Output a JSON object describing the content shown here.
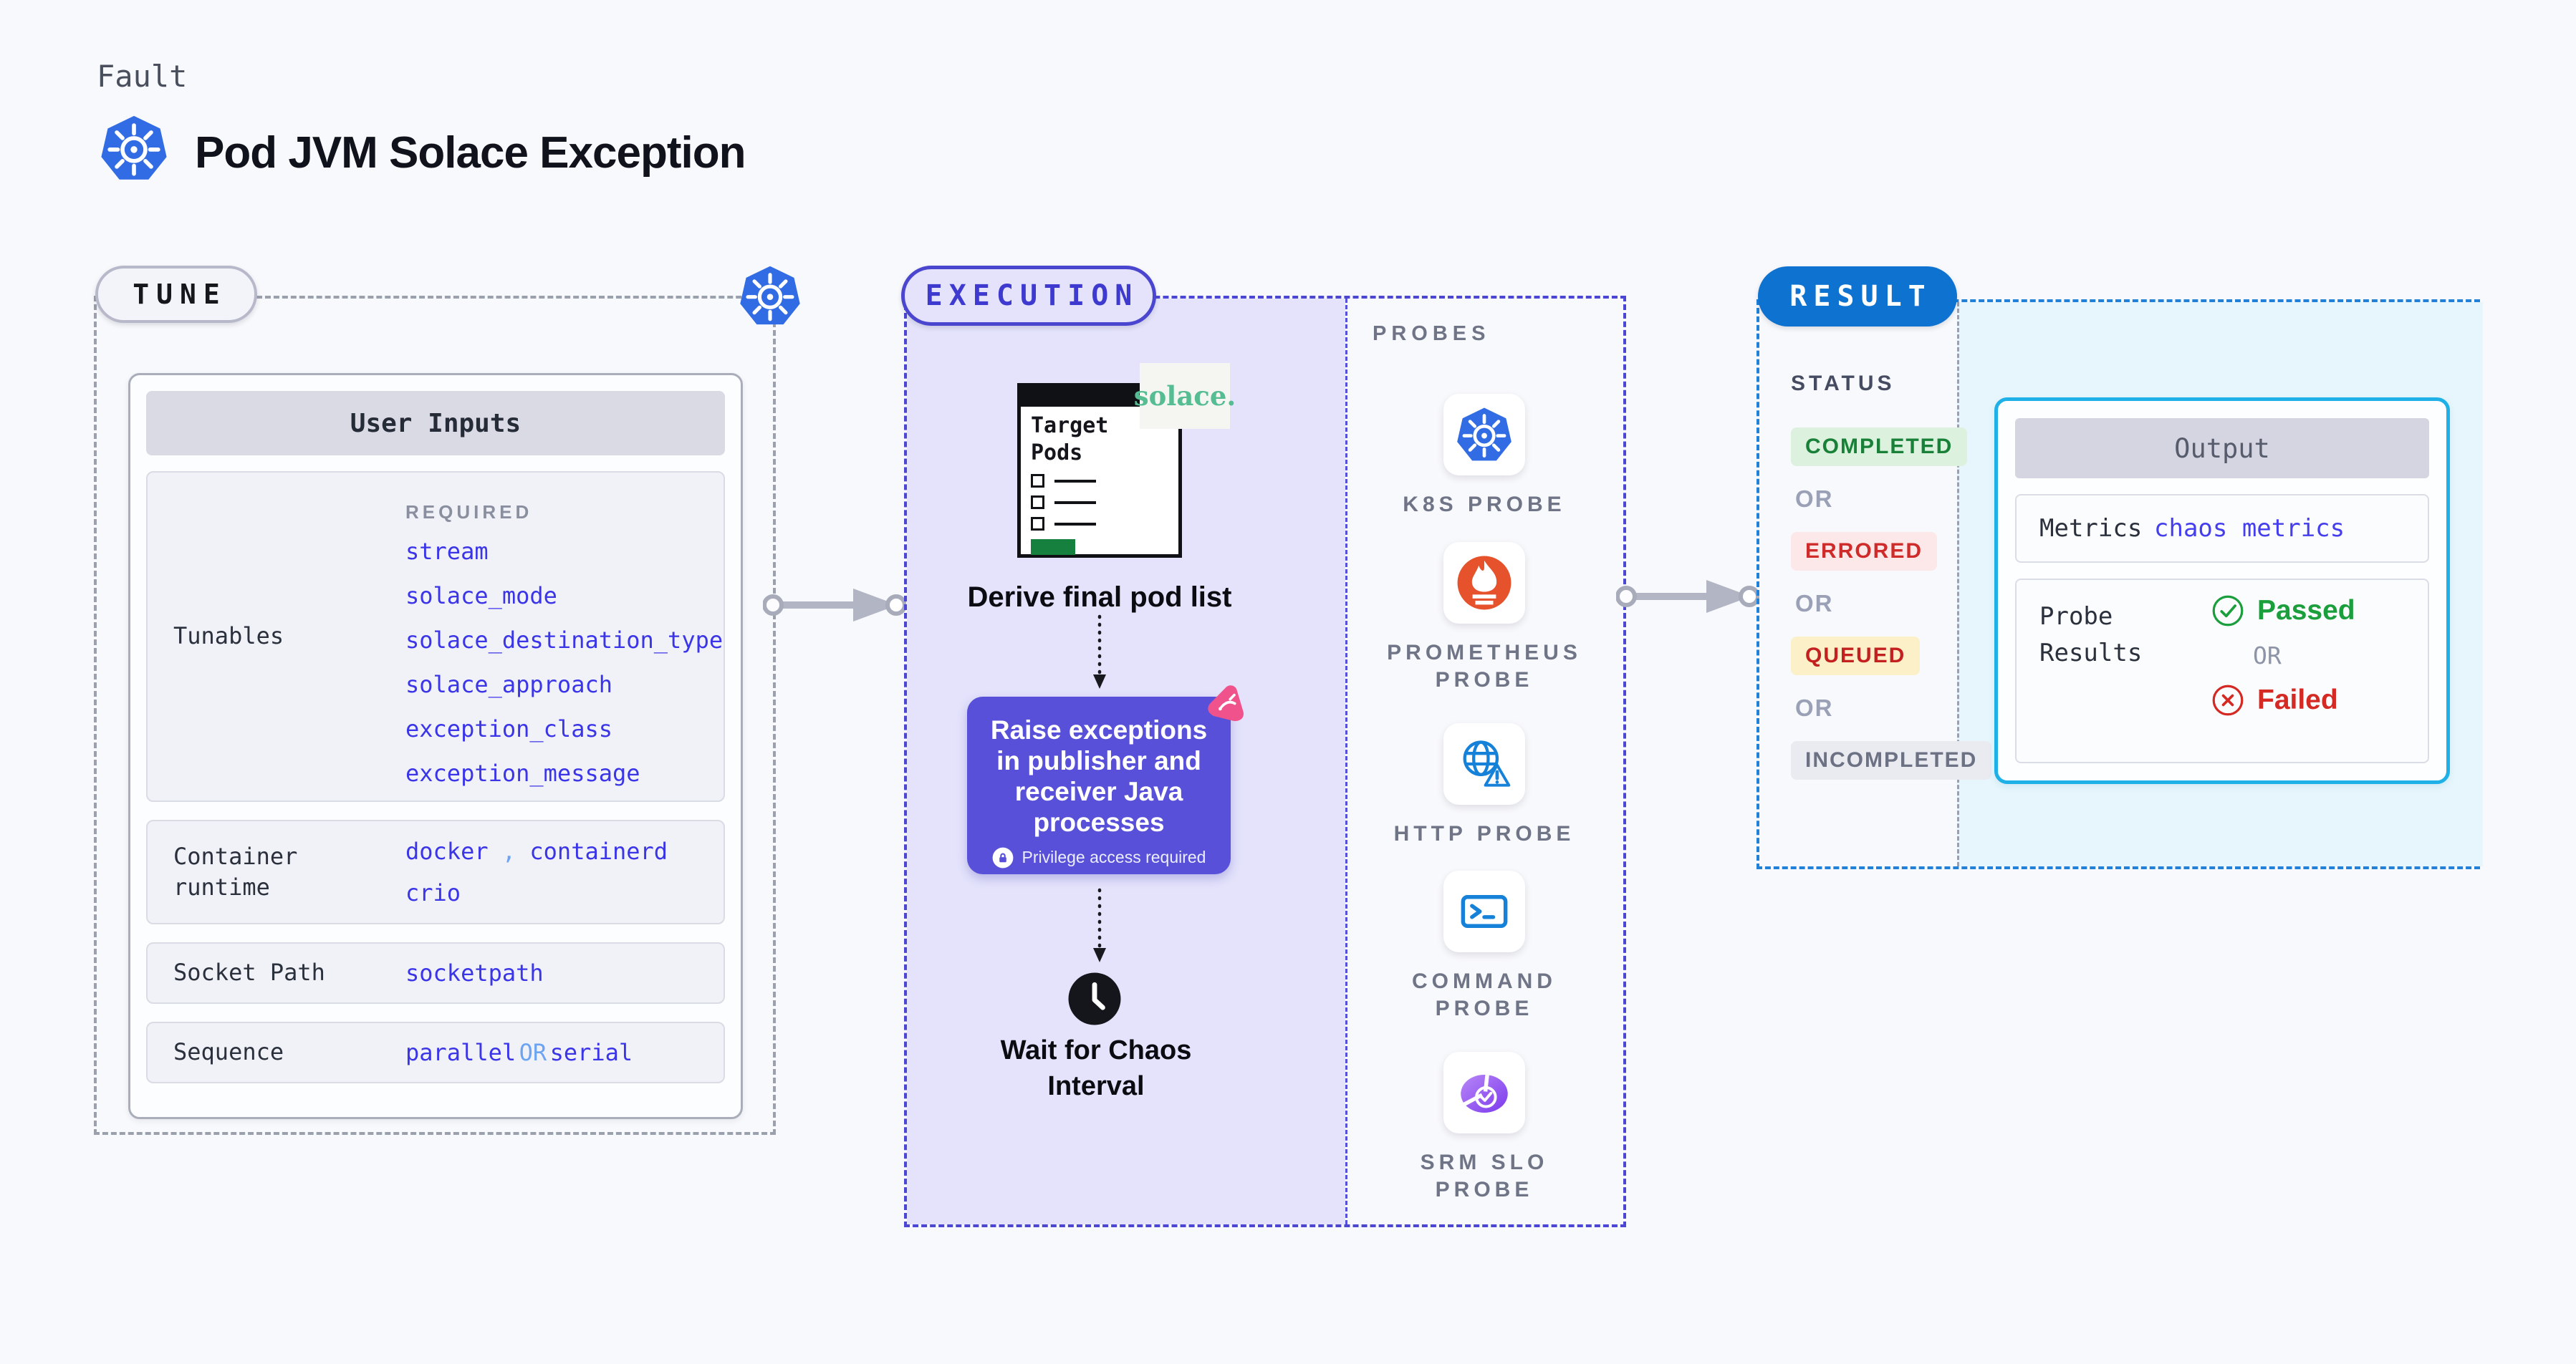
{
  "header": {
    "kicker": "Fault",
    "title": "Pod JVM Solace Exception",
    "title_icon": "kubernetes-icon"
  },
  "tune": {
    "pill_label": "TUNE",
    "corner_icon": "kubernetes-icon",
    "user_inputs": {
      "title": "User Inputs",
      "tunables": {
        "label": "Tunables",
        "required_label": "REQUIRED",
        "items": [
          "stream",
          "solace_mode",
          "solace_destination_type",
          "solace_approach",
          "exception_class",
          "exception_message"
        ]
      },
      "container_runtime": {
        "label": "Container runtime",
        "value_1": "docker",
        "separator": ",",
        "value_2": "containerd",
        "value_3": "crio"
      },
      "socket_path": {
        "label": "Socket Path",
        "value": "socketpath"
      },
      "sequence": {
        "label": "Sequence",
        "value_1": "parallel",
        "or": "OR",
        "value_2": "serial"
      }
    }
  },
  "execution": {
    "pill_label": "EXECUTION",
    "pod_window": {
      "title": "Target Pods",
      "logo": "solace."
    },
    "steps": {
      "derive": "Derive final pod list",
      "raise": "Raise exceptions in publisher and receiver Java processes",
      "privilege_badge": "Privilege access required",
      "wait": "Wait for Chaos Interval"
    },
    "probes": {
      "heading": "PROBES",
      "items": [
        {
          "label": "K8S PROBE",
          "icon": "kubernetes-icon"
        },
        {
          "label": "PROMETHEUS\nPROBE",
          "icon": "prometheus-icon"
        },
        {
          "label": "HTTP PROBE",
          "icon": "http-globe-warning-icon"
        },
        {
          "label": "COMMAND\nPROBE",
          "icon": "terminal-icon"
        },
        {
          "label": "SRM SLO\nPROBE",
          "icon": "slo-donut-check-icon"
        }
      ]
    }
  },
  "result": {
    "pill_label": "RESULT",
    "status": {
      "heading": "STATUS",
      "or_label": "OR",
      "items": [
        {
          "label": "COMPLETED",
          "kind": "success"
        },
        {
          "label": "ERRORED",
          "kind": "error"
        },
        {
          "label": "QUEUED",
          "kind": "warning"
        },
        {
          "label": "INCOMPLETED",
          "kind": "neutral"
        }
      ]
    },
    "output": {
      "title": "Output",
      "metrics_label": "Metrics",
      "metrics_value": "chaos metrics",
      "probe_results_label": "Probe Results",
      "passed_label": "Passed",
      "or_label": "OR",
      "failed_label": "Failed"
    }
  },
  "icons": {
    "kubernetes-icon": "blue heptagon with white ship wheel",
    "prometheus-icon": "orange circle with white torch flame",
    "http-globe-warning-icon": "blue globe with warning triangle",
    "terminal-icon": "blue terminal window with prompt",
    "slo-donut-check-icon": "purple donut chart with check mark",
    "lock-icon": "white circle with purple padlock",
    "clock-icon": "black clock face",
    "chaos-spark-icon": "pink rounded triangle spark",
    "check-circle-icon": "green circled check",
    "x-circle-icon": "red circled cross",
    "flow-arrow-icon": "gray arrow with connector dots",
    "dotted-arrow-icon": "black dotted down arrow"
  },
  "colors": {
    "background": "#f8f9fc",
    "accent_indigo": "#4b46cf",
    "accent_blue_value": "#3b35e8",
    "execution_fill": "#e4e3fb",
    "raise_box": "#5850d9",
    "result_blue": "#0e72d1",
    "output_border": "#1fb0e7",
    "success_green": "#1b9e3c",
    "error_red": "#d52a24",
    "queued_yellow": "#fcf0c8",
    "kubernetes_blue": "#326ce5",
    "prometheus_orange": "#e6522c",
    "solace_green": "#56bd93",
    "chaos_pink": "#f0538c"
  }
}
